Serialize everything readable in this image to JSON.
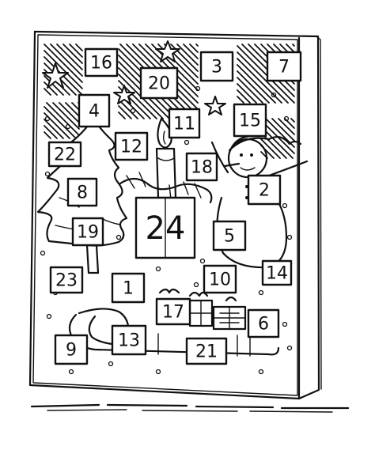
{
  "calendar": {
    "doors": [
      {
        "number": "16"
      },
      {
        "number": "20"
      },
      {
        "number": "3"
      },
      {
        "number": "7"
      },
      {
        "number": "4"
      },
      {
        "number": "11"
      },
      {
        "number": "15"
      },
      {
        "number": "22"
      },
      {
        "number": "12"
      },
      {
        "number": "18"
      },
      {
        "number": "2"
      },
      {
        "number": "8"
      },
      {
        "number": "24"
      },
      {
        "number": "19"
      },
      {
        "number": "5"
      },
      {
        "number": "23"
      },
      {
        "number": "1"
      },
      {
        "number": "10"
      },
      {
        "number": "14"
      },
      {
        "number": "17"
      },
      {
        "number": "6"
      },
      {
        "number": "9"
      },
      {
        "number": "13"
      },
      {
        "number": "21"
      }
    ]
  },
  "colors": {
    "ink": "#111111",
    "paper": "#ffffff"
  }
}
